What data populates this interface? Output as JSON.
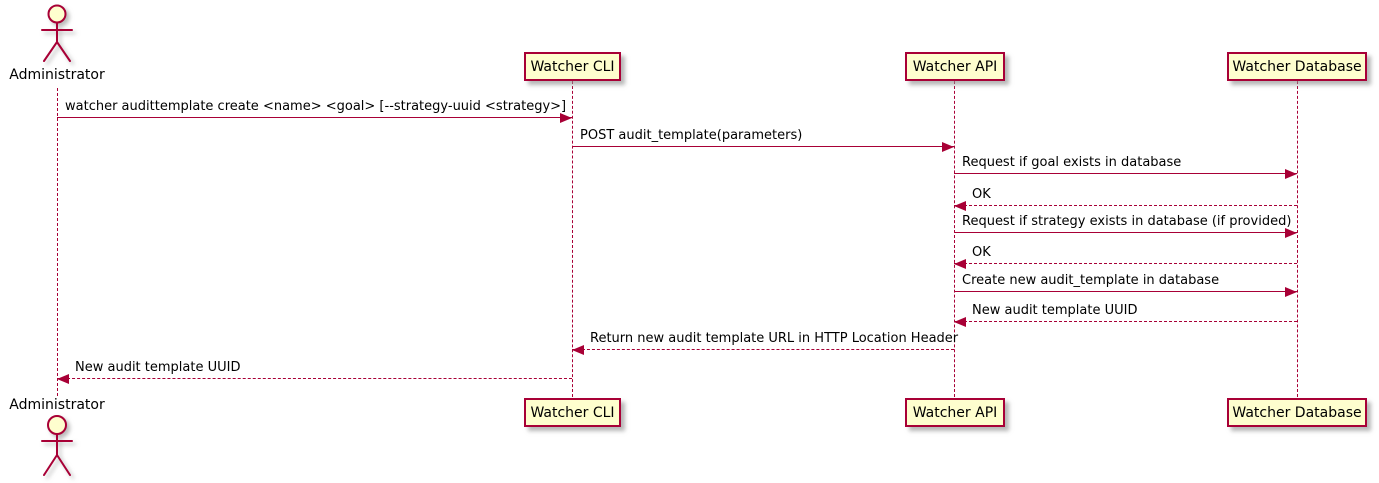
{
  "diagram": {
    "type": "uml-sequence-diagram",
    "colors": {
      "stroke": "#A80036",
      "participant_fill": "#FEFECE",
      "text": "#000000",
      "background": "#FFFFFF"
    },
    "participants": [
      {
        "id": "administrator",
        "kind": "actor",
        "label": "Administrator"
      },
      {
        "id": "watcher-cli",
        "kind": "participant",
        "label": "Watcher CLI"
      },
      {
        "id": "watcher-api",
        "kind": "participant",
        "label": "Watcher API"
      },
      {
        "id": "watcher-database",
        "kind": "participant",
        "label": "Watcher Database"
      }
    ],
    "messages": [
      {
        "from": "Administrator",
        "to": "Watcher CLI",
        "line": "solid",
        "label": "watcher audittemplate create <name> <goal> [--strategy-uuid <strategy>]"
      },
      {
        "from": "Watcher CLI",
        "to": "Watcher API",
        "line": "solid",
        "label": "POST audit_template(parameters)"
      },
      {
        "from": "Watcher API",
        "to": "Watcher Database",
        "line": "solid",
        "label": "Request if goal exists in database"
      },
      {
        "from": "Watcher Database",
        "to": "Watcher API",
        "line": "dashed",
        "label": "OK"
      },
      {
        "from": "Watcher API",
        "to": "Watcher Database",
        "line": "solid",
        "label": "Request if strategy exists in database (if provided)"
      },
      {
        "from": "Watcher Database",
        "to": "Watcher API",
        "line": "dashed",
        "label": "OK"
      },
      {
        "from": "Watcher API",
        "to": "Watcher Database",
        "line": "solid",
        "label": "Create new audit_template in database"
      },
      {
        "from": "Watcher Database",
        "to": "Watcher API",
        "line": "dashed",
        "label": "New audit template UUID"
      },
      {
        "from": "Watcher API",
        "to": "Watcher CLI",
        "line": "dashed",
        "label": "Return new audit template URL in HTTP Location Header"
      },
      {
        "from": "Watcher CLI",
        "to": "Administrator",
        "line": "dashed",
        "label": "New audit template UUID"
      }
    ]
  }
}
